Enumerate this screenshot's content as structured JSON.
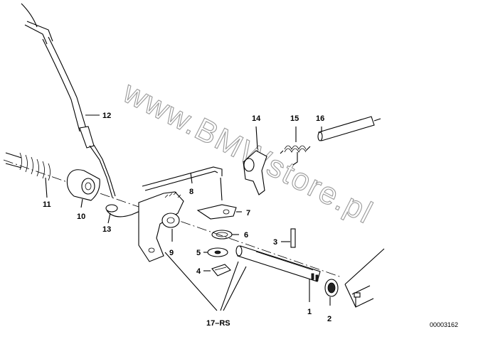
{
  "watermark": "www.BMWstore.pl",
  "reference_number": "00003162",
  "parts": {
    "p1": "1",
    "p2": "2",
    "p3": "3",
    "p4": "4",
    "p5": "5",
    "p6": "6",
    "p7": "7",
    "p8": "8",
    "p9": "9",
    "p10": "10",
    "p11": "11",
    "p12": "12",
    "p13": "13",
    "p14": "14",
    "p15": "15",
    "p16": "16",
    "p17": "17–RS"
  }
}
